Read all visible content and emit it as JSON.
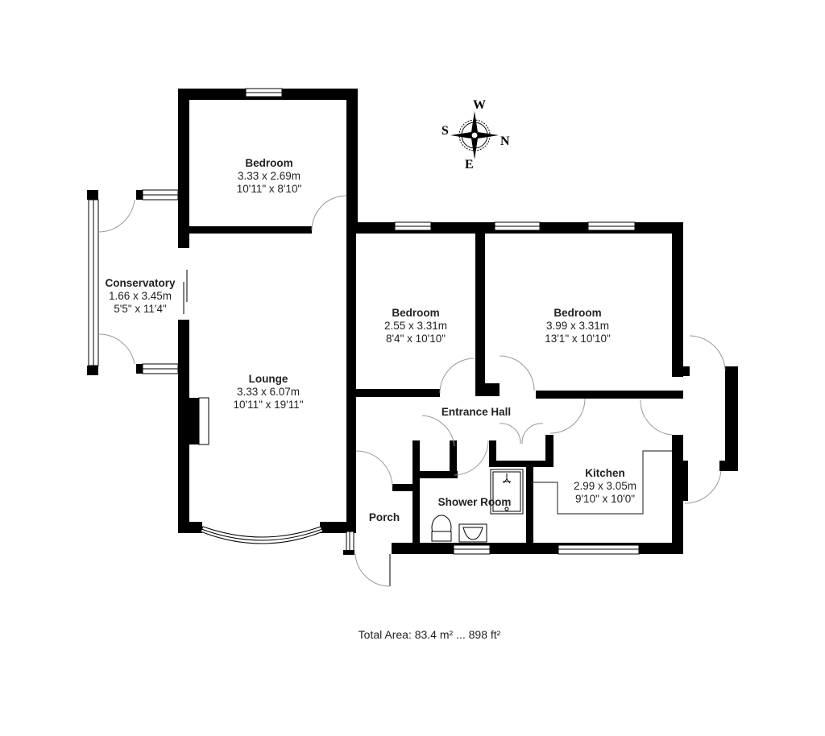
{
  "rooms": [
    {
      "name": "Bedroom",
      "metric": "3.33 x 2.69m",
      "imperial": "10'11\" x 8'10\""
    },
    {
      "name": "Conservatory",
      "metric": "1.66 x 3.45m",
      "imperial": "5'5\" x 11'4\""
    },
    {
      "name": "Bedroom",
      "metric": "2.55 x 3.31m",
      "imperial": "8'4\" x 10'10\""
    },
    {
      "name": "Bedroom",
      "metric": "3.99 x 3.31m",
      "imperial": "13'1\" x 10'10\""
    },
    {
      "name": "Lounge",
      "metric": "3.33 x 6.07m",
      "imperial": "10'11\" x 19'11\""
    },
    {
      "name": "Entrance Hall"
    },
    {
      "name": "Kitchen",
      "metric": "2.99 x 3.05m",
      "imperial": "9'10\" x 10'0\""
    },
    {
      "name": "Shower Room"
    },
    {
      "name": "Porch"
    }
  ],
  "compass": {
    "top": "W",
    "left": "S",
    "right": "N",
    "bottom": "E"
  },
  "total_area": "Total Area: 83.4 m² ... 898 ft²"
}
